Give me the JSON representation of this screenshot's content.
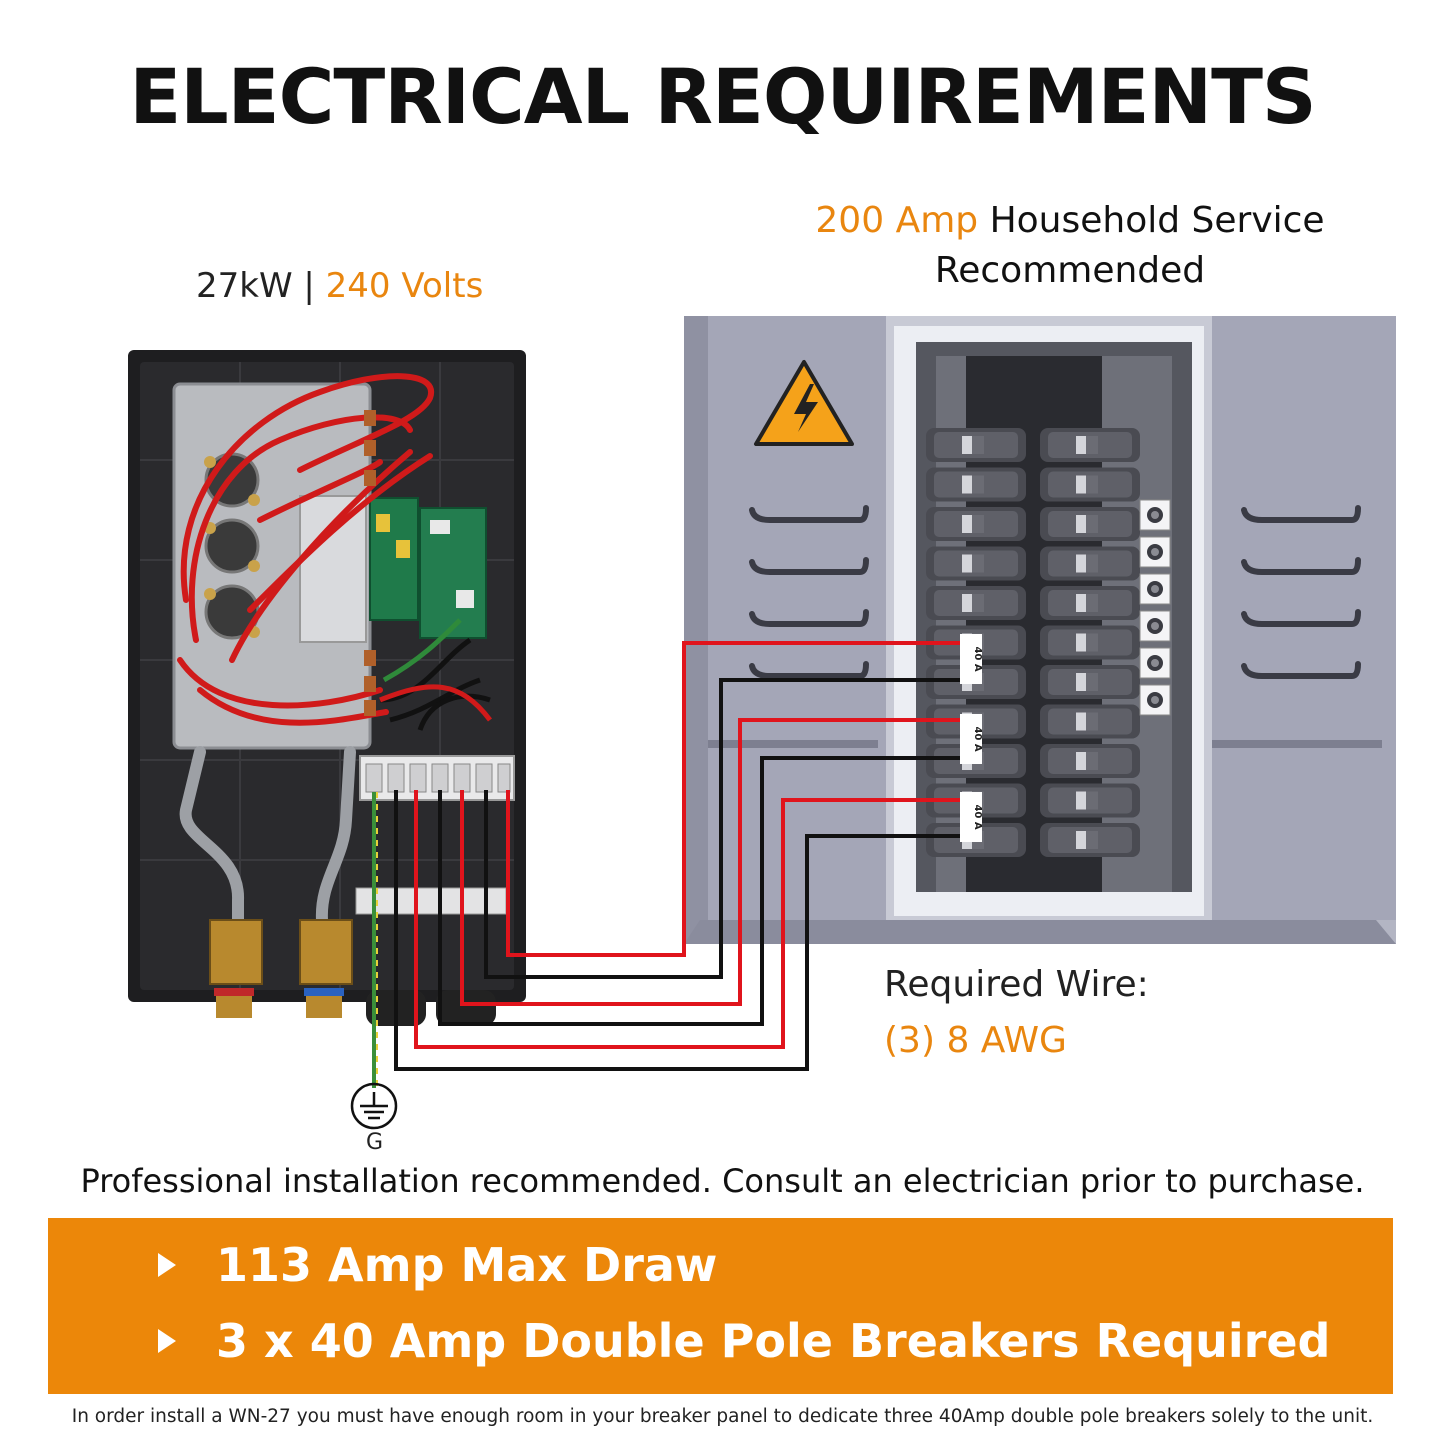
{
  "title": "ELECTRICAL REQUIREMENTS",
  "service": {
    "highlight": "200 Amp",
    "text": "Household Service",
    "line2": "Recommended"
  },
  "unit": {
    "power": "27kW",
    "separator": "|",
    "voltage": "240 Volts"
  },
  "breaker_labels": [
    "40 A",
    "40 A",
    "40 A"
  ],
  "required_wire": {
    "label": "Required Wire:",
    "value": "(3) 8 AWG"
  },
  "ground_label": "G",
  "disclaimer": "Professional installation recommended. Consult an electrician prior to purchase.",
  "requirements": [
    "113 Amp Max Draw",
    "3 x 40 Amp Double Pole Breakers Required"
  ],
  "footnote": "In order install a WN-27 you must have enough room in your breaker panel to dedicate three 40Amp double pole breakers solely to the unit.",
  "colors": {
    "accent_orange": "#ec8709",
    "wire_red": "#e0141c",
    "wire_black": "#111111",
    "ground_green": "#3a8f3a",
    "panel_gray": "#9a9cad",
    "warning_yellow": "#f5a21a"
  },
  "icons": [
    "high-voltage-warning-icon",
    "ground-symbol-icon",
    "bullet-triangle-icon"
  ]
}
